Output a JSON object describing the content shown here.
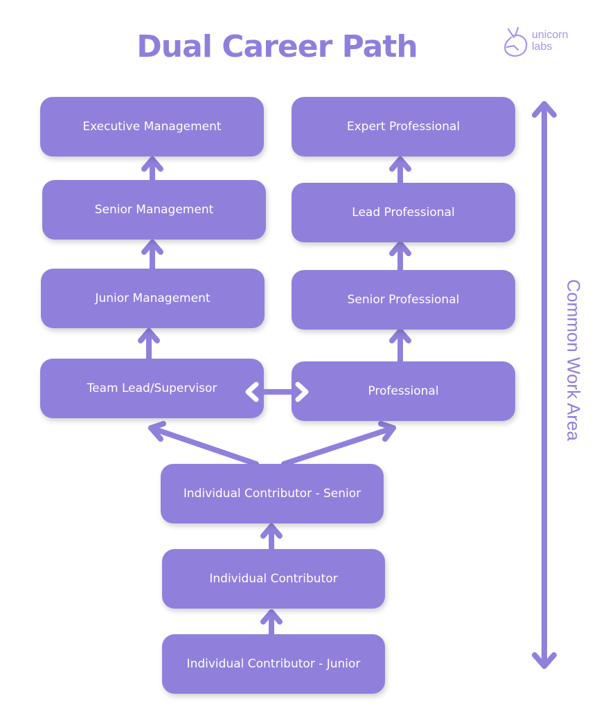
{
  "title": "Dual Career Path",
  "logo": {
    "line1": "unicorn",
    "line2": "labs",
    "icon": "unicorn-icon"
  },
  "colors": {
    "primary": "#9080dc",
    "text_on_box": "#ffffff",
    "logo": "#a396ee"
  },
  "management_track": [
    "Executive Management",
    "Senior Management",
    "Junior Management",
    "Team Lead/Supervisor"
  ],
  "professional_track": [
    "Expert Professional",
    "Lead Professional",
    "Senior Professional",
    "Professional"
  ],
  "contributor_track": [
    "Individual Contributor - Senior",
    "Individual Contributor",
    "Individual Contributor - Junior"
  ],
  "side_label": "Common Work Area"
}
